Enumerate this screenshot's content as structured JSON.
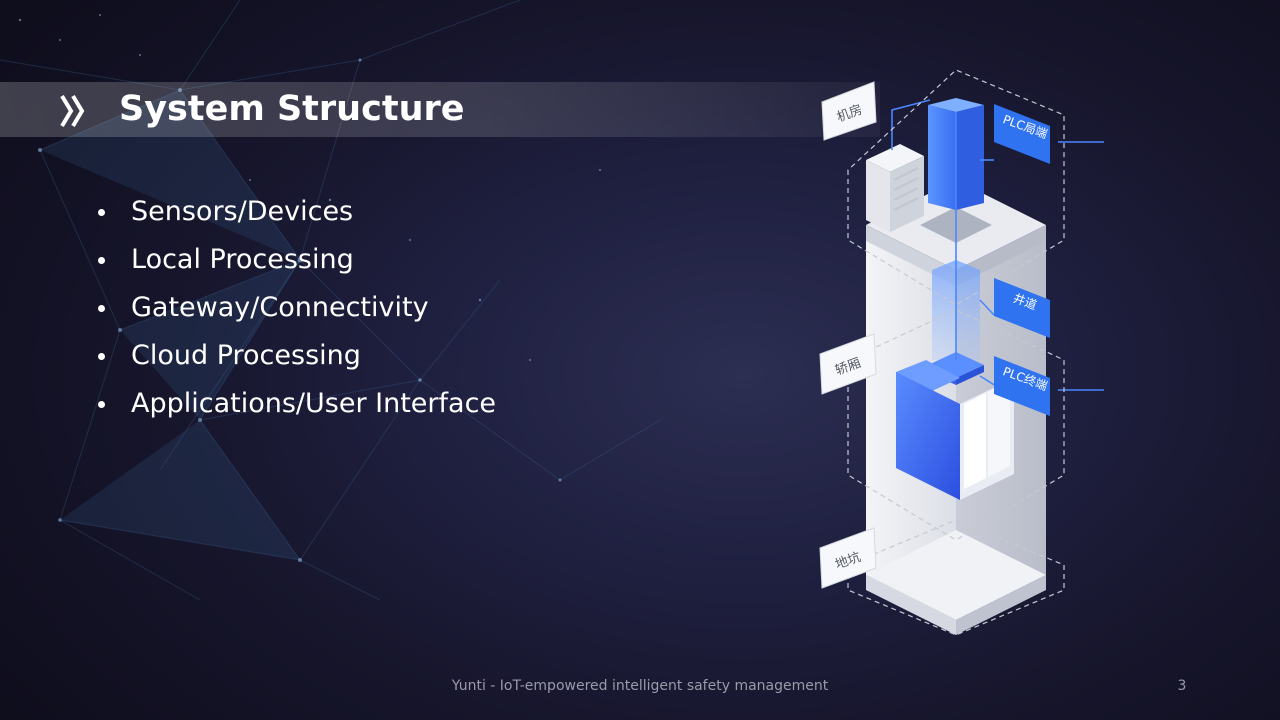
{
  "slide": {
    "title": "System Structure",
    "bullets": [
      "Sensors/Devices",
      "Local Processing",
      "Gateway/Connectivity",
      "Cloud Processing",
      "Applications/User Interface"
    ],
    "footer": "Yunti - IoT-empowered intelligent safety management",
    "page_number": "3"
  },
  "diagram": {
    "labels": {
      "machine_room": "机房",
      "plc_local": "PLC局端",
      "shaft": "井道",
      "car": "轿厢",
      "plc_terminal": "PLC终端",
      "pit": "地坑"
    }
  },
  "colors": {
    "background": "#16152b",
    "accent_blue": "#2f73f0",
    "title_bar": "#5a5a6e",
    "footer_text": "#9a9aaa"
  },
  "icons": [
    "double-chevron-icon",
    "bullet-dot-icon"
  ]
}
